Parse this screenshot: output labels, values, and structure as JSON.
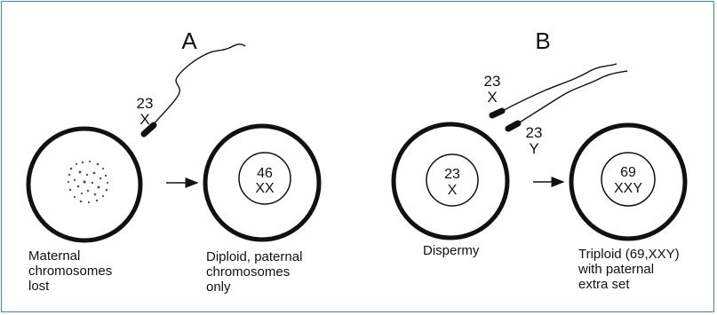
{
  "panels": {
    "a": {
      "label": "A",
      "sperm": {
        "count": "23",
        "type": "X"
      },
      "egg_caption": [
        "Maternal",
        "chromosomes",
        "lost"
      ],
      "zygote": {
        "count": "46",
        "type": "XX"
      },
      "zygote_caption": [
        "Diploid, paternal",
        "chromosomes",
        "only"
      ]
    },
    "b": {
      "label": "B",
      "sperm1": {
        "count": "23",
        "type": "X"
      },
      "sperm2": {
        "count": "23",
        "type": "Y"
      },
      "egg": {
        "count": "23",
        "type": "X"
      },
      "egg_caption": [
        "Dispermy"
      ],
      "zygote": {
        "count": "69",
        "type": "XXY"
      },
      "zygote_caption": [
        "Triploid (69,XXY)",
        "with paternal",
        "extra set"
      ]
    }
  },
  "colors": {
    "frame": "#3f88c6",
    "ink": "#111111"
  }
}
